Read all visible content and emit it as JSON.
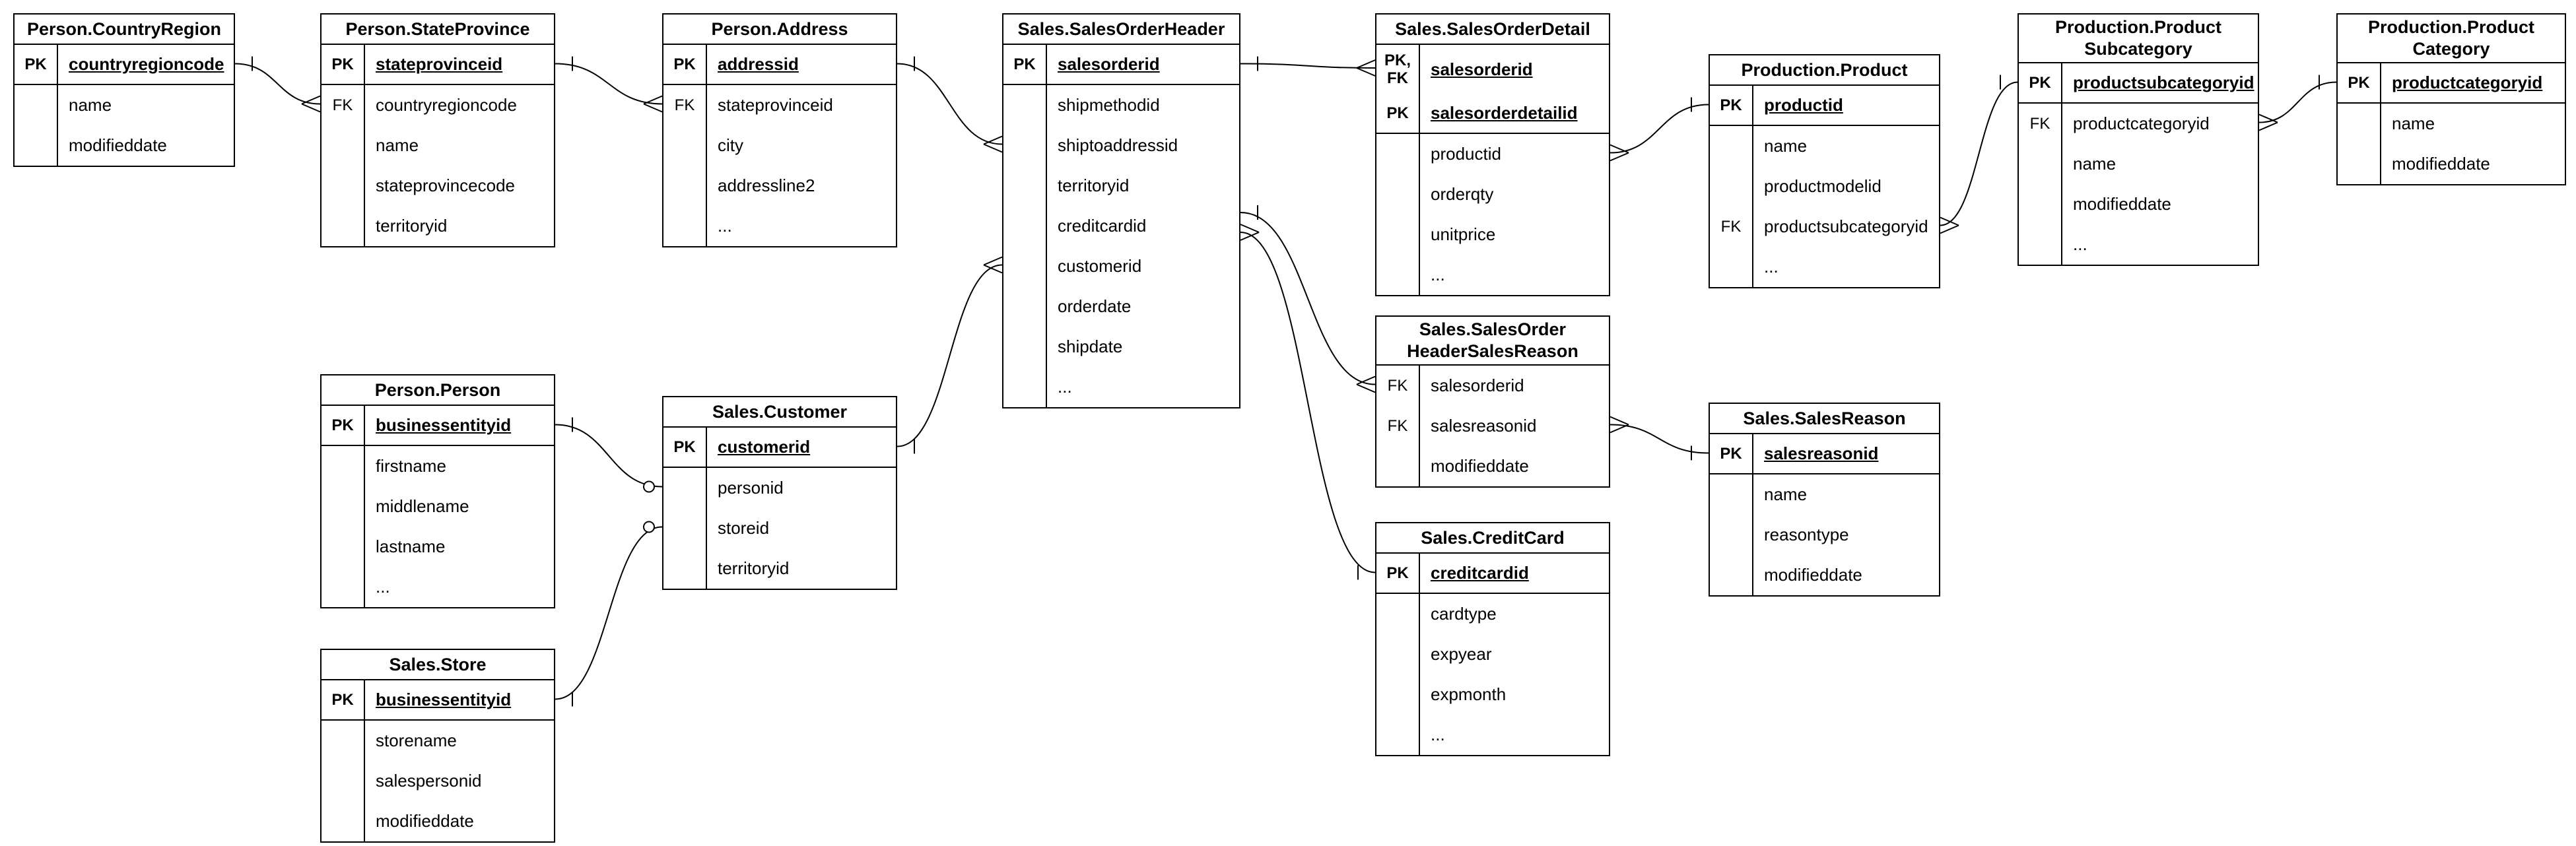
{
  "diagram": {
    "colors": {
      "line": "#000000",
      "fill": "#ffffff",
      "text": "#000000"
    },
    "tables": [
      {
        "id": "country_region",
        "title": "Person.CountryRegion",
        "rows": [
          {
            "key": "PK",
            "name": "countryregioncode",
            "pk": true,
            "sep": true
          },
          {
            "key": "",
            "name": "name"
          },
          {
            "key": "",
            "name": "modifieddate"
          }
        ]
      },
      {
        "id": "state_province",
        "title": "Person.StateProvince",
        "rows": [
          {
            "key": "PK",
            "name": "stateprovinceid",
            "pk": true,
            "sep": true
          },
          {
            "key": "FK",
            "name": "countryregioncode"
          },
          {
            "key": "",
            "name": "name"
          },
          {
            "key": "",
            "name": "stateprovincecode"
          },
          {
            "key": "",
            "name": "territoryid"
          }
        ]
      },
      {
        "id": "address",
        "title": "Person.Address",
        "rows": [
          {
            "key": "PK",
            "name": "addressid",
            "pk": true,
            "sep": true
          },
          {
            "key": "FK",
            "name": "stateprovinceid"
          },
          {
            "key": "",
            "name": "city"
          },
          {
            "key": "",
            "name": "addressline2"
          },
          {
            "key": "",
            "name": "..."
          }
        ]
      },
      {
        "id": "sales_order_header",
        "title": "Sales.SalesOrderHeader",
        "rows": [
          {
            "key": "PK",
            "name": "salesorderid",
            "pk": true,
            "sep": true
          },
          {
            "key": "",
            "name": "shipmethodid"
          },
          {
            "key": "",
            "name": "shiptoaddressid"
          },
          {
            "key": "",
            "name": "territoryid"
          },
          {
            "key": "",
            "name": "creditcardid"
          },
          {
            "key": "",
            "name": "customerid"
          },
          {
            "key": "",
            "name": "orderdate"
          },
          {
            "key": "",
            "name": "shipdate"
          },
          {
            "key": "",
            "name": "..."
          }
        ]
      },
      {
        "id": "sales_order_detail",
        "title": "Sales.SalesOrderDetail",
        "rows": [
          {
            "key": "PK,\nFK",
            "name": "salesorderid",
            "pk": true,
            "tall": true
          },
          {
            "key": "PK",
            "name": "salesorderdetailid",
            "pk": true,
            "sep": true
          },
          {
            "key": "",
            "name": "productid"
          },
          {
            "key": "",
            "name": "orderqty"
          },
          {
            "key": "",
            "name": "unitprice"
          },
          {
            "key": "",
            "name": "..."
          }
        ]
      },
      {
        "id": "product",
        "title": "Production.Product",
        "rows": [
          {
            "key": "PK",
            "name": "productid",
            "pk": true,
            "sep": true
          },
          {
            "key": "",
            "name": "name"
          },
          {
            "key": "",
            "name": "productmodelid"
          },
          {
            "key": "FK",
            "name": "productsubcategoryid"
          },
          {
            "key": "",
            "name": "..."
          }
        ]
      },
      {
        "id": "product_subcategory",
        "title": "Production.Product\nSubcategory",
        "rows": [
          {
            "key": "PK",
            "name": "productsubcategoryid",
            "pk": true,
            "sep": true
          },
          {
            "key": "FK",
            "name": "productcategoryid"
          },
          {
            "key": "",
            "name": "name"
          },
          {
            "key": "",
            "name": "modifieddate"
          },
          {
            "key": "",
            "name": "..."
          }
        ]
      },
      {
        "id": "product_category",
        "title": "Production.Product\nCategory",
        "rows": [
          {
            "key": "PK",
            "name": "productcategoryid",
            "pk": true,
            "sep": true
          },
          {
            "key": "",
            "name": "name"
          },
          {
            "key": "",
            "name": "modifieddate"
          }
        ]
      },
      {
        "id": "person",
        "title": "Person.Person",
        "rows": [
          {
            "key": "PK",
            "name": "businessentityid",
            "pk": true,
            "sep": true
          },
          {
            "key": "",
            "name": "firstname"
          },
          {
            "key": "",
            "name": "middlename"
          },
          {
            "key": "",
            "name": "lastname"
          },
          {
            "key": "",
            "name": "..."
          }
        ]
      },
      {
        "id": "customer",
        "title": "Sales.Customer",
        "rows": [
          {
            "key": "PK",
            "name": "customerid",
            "pk": true,
            "sep": true
          },
          {
            "key": "",
            "name": "personid"
          },
          {
            "key": "",
            "name": "storeid"
          },
          {
            "key": "",
            "name": "territoryid"
          }
        ]
      },
      {
        "id": "order_reason",
        "title": "Sales.SalesOrder\nHeaderSalesReason",
        "rows": [
          {
            "key": "FK",
            "name": "salesorderid"
          },
          {
            "key": "FK",
            "name": "salesreasonid"
          },
          {
            "key": "",
            "name": "modifieddate"
          }
        ]
      },
      {
        "id": "sales_reason",
        "title": "Sales.SalesReason",
        "rows": [
          {
            "key": "PK",
            "name": "salesreasonid",
            "pk": true,
            "sep": true
          },
          {
            "key": "",
            "name": "name"
          },
          {
            "key": "",
            "name": "reasontype"
          },
          {
            "key": "",
            "name": "modifieddate"
          }
        ]
      },
      {
        "id": "credit_card",
        "title": "Sales.CreditCard",
        "rows": [
          {
            "key": "PK",
            "name": "creditcardid",
            "pk": true,
            "sep": true
          },
          {
            "key": "",
            "name": "cardtype"
          },
          {
            "key": "",
            "name": "expyear"
          },
          {
            "key": "",
            "name": "expmonth"
          },
          {
            "key": "",
            "name": "..."
          }
        ]
      },
      {
        "id": "store",
        "title": "Sales.Store",
        "rows": [
          {
            "key": "PK",
            "name": "businessentityid",
            "pk": true,
            "sep": true
          },
          {
            "key": "",
            "name": "storename"
          },
          {
            "key": "",
            "name": "salespersonid"
          },
          {
            "key": "",
            "name": "modifieddate"
          }
        ]
      }
    ],
    "relationships": [
      {
        "from": "country_region",
        "to": "state_province",
        "from_card": "one",
        "to_card": "many"
      },
      {
        "from": "state_province",
        "to": "address",
        "from_card": "one",
        "to_card": "many"
      },
      {
        "from": "address",
        "to": "sales_order_header",
        "from_card": "one",
        "to_card": "many"
      },
      {
        "from": "sales_order_header",
        "to": "sales_order_detail",
        "from_card": "one",
        "to_card": "many"
      },
      {
        "from": "sales_order_detail",
        "to": "product",
        "from_card": "many",
        "to_card": "one"
      },
      {
        "from": "product",
        "to": "product_subcategory",
        "from_card": "many",
        "to_card": "one"
      },
      {
        "from": "product_subcategory",
        "to": "product_category",
        "from_card": "many",
        "to_card": "one"
      },
      {
        "from": "customer",
        "to": "sales_order_header",
        "from_card": "one",
        "to_card": "many"
      },
      {
        "from": "person",
        "to": "customer",
        "from_card": "one",
        "to_card": "zero-or-one"
      },
      {
        "from": "store",
        "to": "customer",
        "from_card": "one",
        "to_card": "zero-or-one"
      },
      {
        "from": "sales_order_header",
        "to": "order_reason",
        "from_card": "one",
        "to_card": "many"
      },
      {
        "from": "sales_order_header",
        "to": "credit_card",
        "from_card": "many",
        "to_card": "one"
      },
      {
        "from": "order_reason",
        "to": "sales_reason",
        "from_card": "many",
        "to_card": "one"
      }
    ]
  }
}
